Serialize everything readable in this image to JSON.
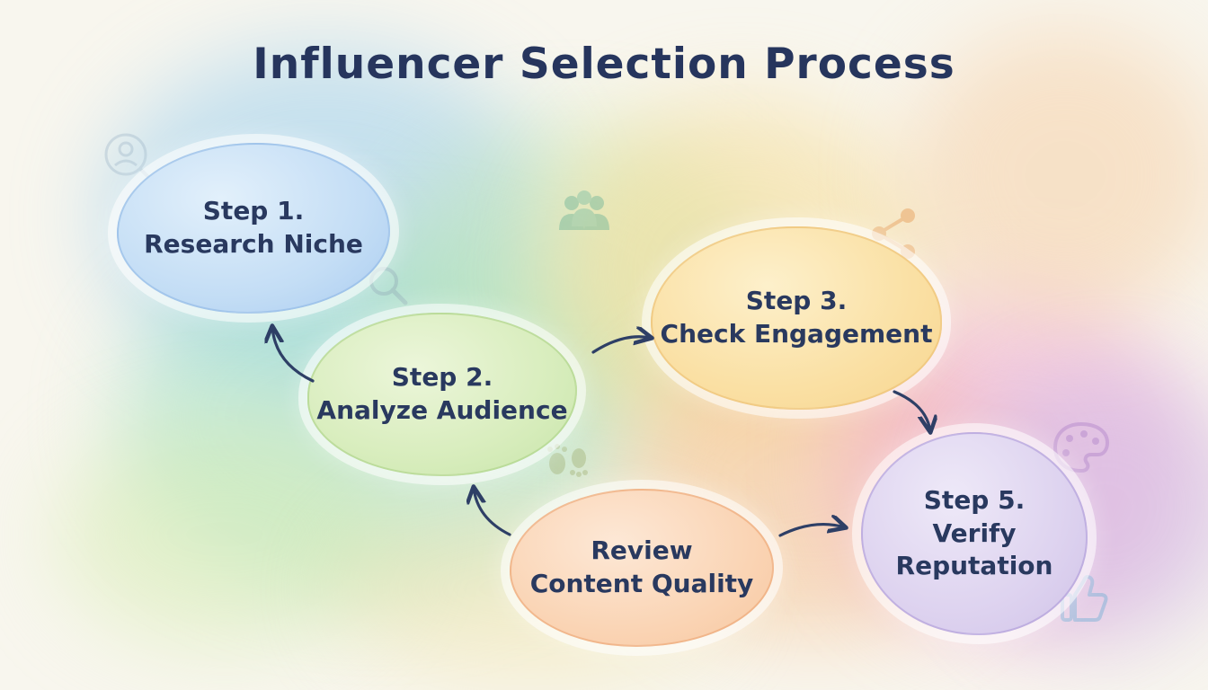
{
  "title": "Influencer Selection Process",
  "steps": [
    {
      "line1": "Step 1.",
      "line2": "Research Niche",
      "color": "#aaccf0"
    },
    {
      "line1": "Step 2.",
      "line2": "Analyze Audience",
      "color": "#c7e5a9"
    },
    {
      "line1": "Step 3.",
      "line2": "Check Engagement",
      "color": "#f7d58f"
    },
    {
      "line1": "Review",
      "line2": "Content Quality",
      "color": "#f7c7a0"
    },
    {
      "line1": "Step 5.",
      "line2": "Verify",
      "line3": "Reputation",
      "color": "#d0c3e8"
    }
  ],
  "arrows": [
    {
      "name": "arrow-step2-to-step1",
      "color": "#2e3f66"
    },
    {
      "name": "arrow-step2-to-step3",
      "color": "#2e3f66"
    },
    {
      "name": "arrow-step3-to-step5",
      "color": "#2e3f66"
    },
    {
      "name": "arrow-step4-to-step2",
      "color": "#2e3f66"
    },
    {
      "name": "arrow-step4-to-step5",
      "color": "#2e3f66"
    }
  ],
  "icons": [
    {
      "name": "person-badge-icon"
    },
    {
      "name": "people-group-icon"
    },
    {
      "name": "search-icon"
    },
    {
      "name": "share-network-icon"
    },
    {
      "name": "footprints-icon"
    },
    {
      "name": "palette-icon"
    },
    {
      "name": "thumbs-up-icon"
    }
  ],
  "colors": {
    "background": "#f8f6ee",
    "text": "#29395f",
    "title": "#26355d",
    "arrow": "#2e3f66"
  }
}
